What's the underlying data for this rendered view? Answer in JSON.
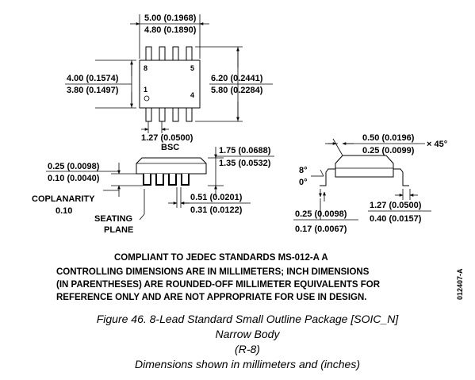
{
  "top_view": {
    "width_max": "5.00 (0.1968)",
    "width_min": "4.80 (0.1890)",
    "body_w_max": "4.00 (0.1574)",
    "body_w_min": "3.80 (0.1497)",
    "span_max": "6.20 (0.2441)",
    "span_min": "5.80 (0.2284)",
    "pin_8": "8",
    "pin_5": "5",
    "pin_1": "1",
    "pin_4": "4",
    "pitch": "1.27 (0.0500)",
    "pitch_note": "BSC"
  },
  "side_view": {
    "height_max": "1.75 (0.0688)",
    "height_min": "1.35 (0.0532)",
    "standoff_max": "0.25 (0.0098)",
    "standoff_min": "0.10 (0.0040)",
    "lead_w_max": "0.51 (0.0201)",
    "lead_w_min": "0.31 (0.0122)",
    "coplanarity_label": "COPLANARITY",
    "coplanarity_value": "0.10",
    "seating_line1": "SEATING",
    "seating_line2": "PLANE"
  },
  "end_view": {
    "chamfer_max": "0.50 (0.0196)",
    "chamfer_min": "0.25 (0.0099)",
    "chamfer_angle": "× 45°",
    "angle_max": "8°",
    "angle_min": "0°",
    "thick_max": "0.25 (0.0098)",
    "thick_min": "0.17 (0.0067)",
    "foot_max": "1.27 (0.0500)",
    "foot_min": "0.40 (0.0157)"
  },
  "notes": {
    "line1": "COMPLIANT TO JEDEC STANDARDS MS-012-A A",
    "line2": "CONTROLLING DIMENSIONS ARE IN MILLIMETERS; INCH DIMENSIONS",
    "line3": "(IN PARENTHESES) ARE ROUNDED-OFF MILLIMETER EQUIVALENTS FOR",
    "line4": "REFERENCE ONLY AND ARE NOT APPROPRIATE FOR USE IN DESIGN.",
    "drawing_id": "012407-A"
  },
  "caption": {
    "line1": "Figure 46. 8-Lead Standard Small Outline Package [SOIC_N]",
    "line2": "Narrow Body",
    "line3": "(R-8)",
    "line4": "Dimensions shown in millimeters and (inches)"
  }
}
